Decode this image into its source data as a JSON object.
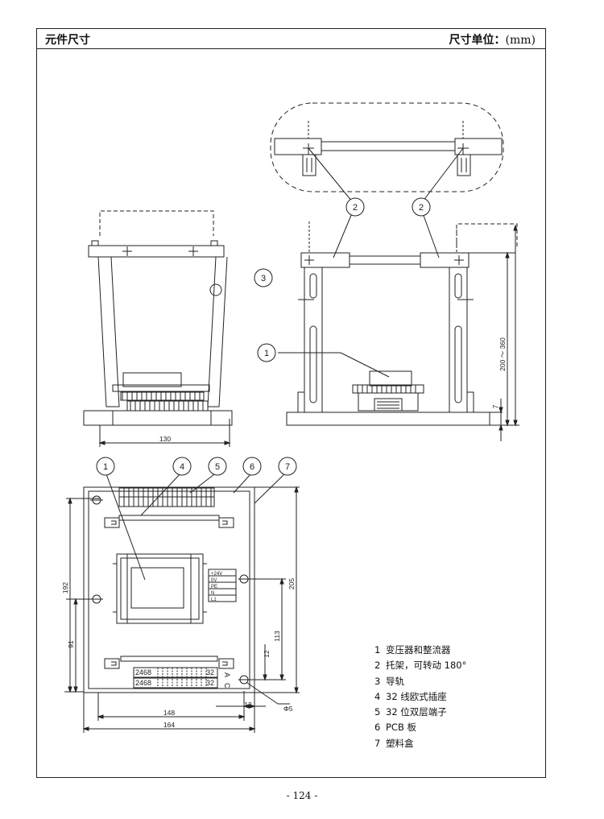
{
  "header": {
    "title": "元件尺寸",
    "unit_label": "尺寸单位：",
    "unit_value": "(mm)"
  },
  "callouts": {
    "c1": "1",
    "c2": "2",
    "c3": "3",
    "c4": "4",
    "c5": "5",
    "c6": "6",
    "c7": "7"
  },
  "dimensions": {
    "rail_width": "130",
    "height_range": "200 ～ 360",
    "base_height": "7",
    "box_height": "205",
    "board_height": "192",
    "lower_height": "91",
    "hole_height": "113",
    "hole_offset": "12",
    "inner_width": "148",
    "outer_width": "164",
    "edge_offset": "13",
    "hole_dia": "Φ5"
  },
  "terminal_labels": {
    "t1": "+24V",
    "t2": "0V",
    "t3": "PE",
    "t4": "N",
    "t5": "L1"
  },
  "connector": {
    "row_a": "2468",
    "row_c": "2468",
    "end": "32",
    "a": "A",
    "c": "C"
  },
  "legend": [
    {
      "num": "1",
      "text": "变压器和整流器"
    },
    {
      "num": "2",
      "text": "托架，可转动 180°"
    },
    {
      "num": "3",
      "text": "导轨"
    },
    {
      "num": "4",
      "text": "32 线欧式插座"
    },
    {
      "num": "5",
      "text": "32 位双层端子"
    },
    {
      "num": "6",
      "text": "PCB 板"
    },
    {
      "num": "7",
      "text": "塑料盒"
    }
  ],
  "footer": {
    "page": "- 124 -"
  }
}
